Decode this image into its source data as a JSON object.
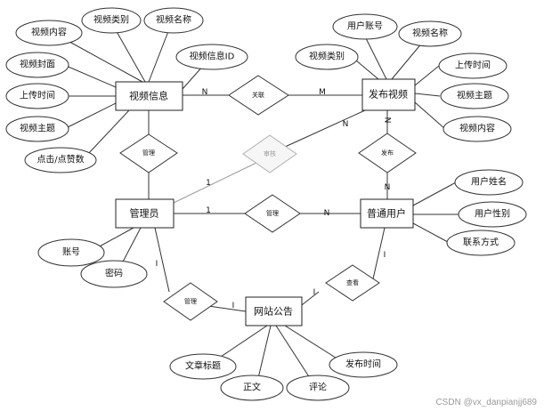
{
  "entities": {
    "video_info": "视频信息",
    "publish_video": "发布视频",
    "admin": "管理员",
    "user": "普通用户",
    "notice": "网站公告"
  },
  "attributes": {
    "video_info_content": "视频内容",
    "video_info_category": "视频类别",
    "video_info_name": "视频名称",
    "video_info_id": "视频信息ID",
    "video_info_cover": "视频封面",
    "video_info_upload_time": "上传时间",
    "video_info_topic": "视频主题",
    "video_info_clicks_likes": "点击/点赞数",
    "publish_user_account": "用户账号",
    "publish_video_name": "视频名称",
    "publish_video_category": "视频类别",
    "publish_upload_time": "上传时间",
    "publish_video_topic": "视频主题",
    "publish_video_content": "视频内容",
    "user_name": "用户姓名",
    "user_gender": "用户性别",
    "user_contact": "联系方式",
    "admin_account": "账号",
    "admin_password": "密码",
    "notice_title": "文章标题",
    "notice_body": "正文",
    "notice_comment": "评论",
    "notice_publish_time": "发布时间"
  },
  "relationships": {
    "relate": "关联",
    "manage_video_info": "管理",
    "review": "审核",
    "publish": "发布",
    "manage_user": "管理",
    "manage_notice": "管理",
    "view_notice": "查看"
  },
  "cardinalities": {
    "relate_video_info": "N",
    "relate_publish": "M",
    "review_admin": "1",
    "review_publish": "N",
    "publish_top": "N",
    "publish_bottom": "N",
    "manage_user_admin": "1",
    "manage_user_user": "N",
    "manage_notice_admin": "I",
    "manage_notice_notice": "I",
    "view_notice_user": "I",
    "view_notice_notice": "I"
  },
  "watermark": "CSDN @vx_danpianjj689"
}
